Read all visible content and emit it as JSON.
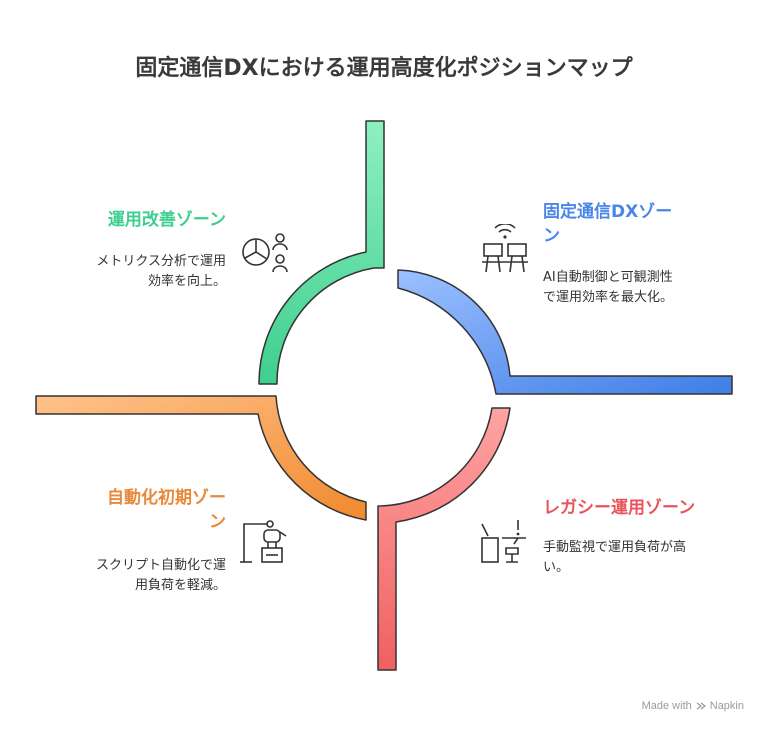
{
  "title": "固定通信DXにおける運用高度化ポジションマップ",
  "zones": {
    "top_left": {
      "title": "運用改善ゾーン",
      "desc_line1": "メトリクス分析で運用",
      "desc_line2": "効率を向上。",
      "color": "#3ecf8e"
    },
    "top_right": {
      "title_line1": "固定通信DXゾー",
      "title_line2": "ン",
      "desc_line1": "AI自動制御と可観測性",
      "desc_line2": "で運用効率を最大化。",
      "color": "#4a86e8"
    },
    "bottom_left": {
      "title_line1": "自動化初期ゾー",
      "title_line2": "ン",
      "desc_line1": "スクリプト自動化で運",
      "desc_line2": "用負荷を軽減。",
      "color": "#e8893a"
    },
    "bottom_right": {
      "title": "レガシー運用ゾーン",
      "desc_line1": "手動監視で運用負荷が高",
      "desc_line2": "い。",
      "color": "#e8545a"
    }
  },
  "icons": {
    "top_left": "pie-chart-people-icon",
    "top_right": "network-servers-icon",
    "bottom_left": "robot-arm-icon",
    "bottom_right": "manual-workstation-icon"
  },
  "footer": {
    "made_with": "Made with",
    "brand": "Napkin"
  }
}
